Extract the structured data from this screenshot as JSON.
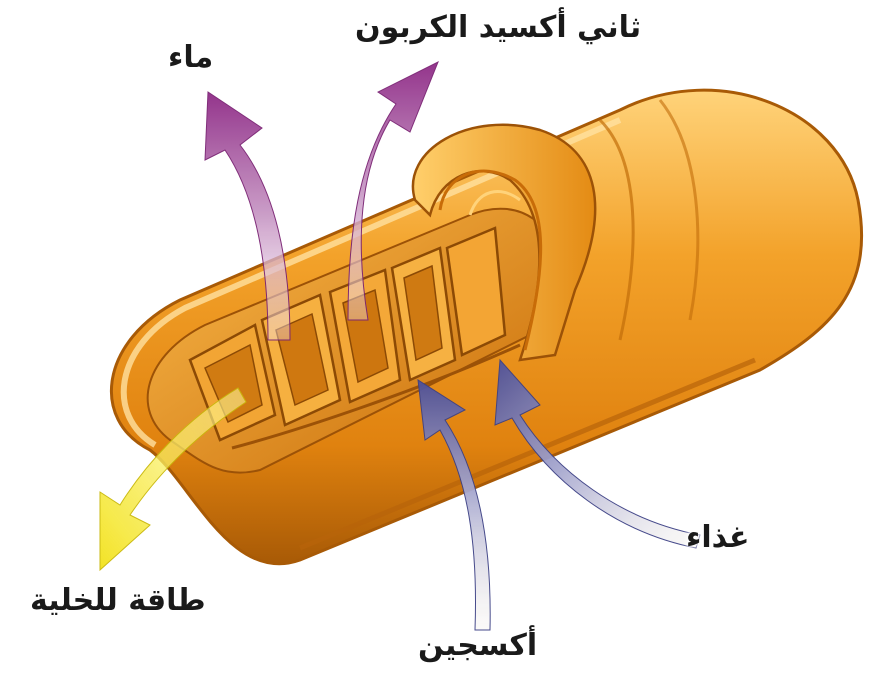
{
  "labels": {
    "water": "ماء",
    "carbon_dioxide": "ثاني أكسيد الكربون",
    "food": "غذاء",
    "cell_energy": "طاقة للخلية",
    "oxygen": "أكسجين"
  },
  "colors": {
    "membrane_outer": "#e98a12",
    "membrane_highlight": "#ffd37a",
    "membrane_shadow": "#a85a06",
    "cristae": "#f2a534",
    "output_arrows": "#8e2a86",
    "input_arrows": "#4b4f9a",
    "energy_arrow": "#f2e21a"
  }
}
